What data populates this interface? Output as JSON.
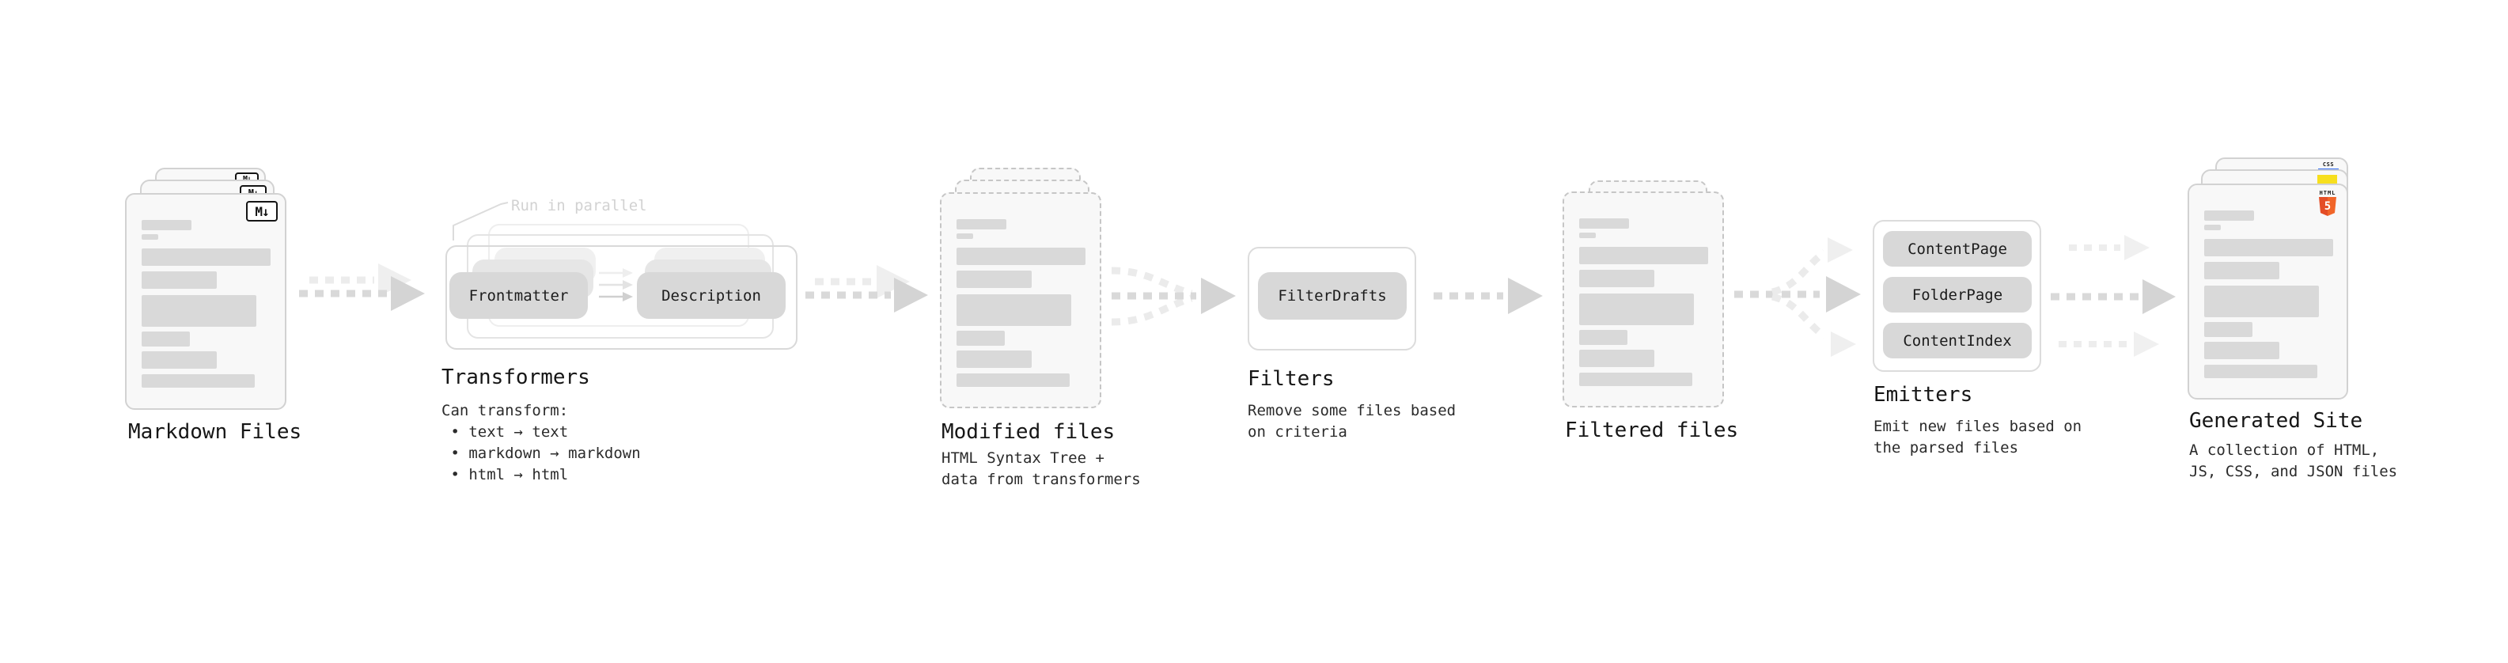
{
  "nodes": {
    "markdown_files": {
      "title": "Markdown Files",
      "file_badge": "M↓"
    },
    "transformers": {
      "title": "Transformers",
      "annotation": "Run in parallel",
      "pills": [
        "Frontmatter",
        "Description"
      ],
      "description_lines": [
        "Can transform:",
        " • text → text",
        " • markdown → markdown",
        " • html → html"
      ]
    },
    "modified_files": {
      "title": "Modified files",
      "description_lines": [
        "HTML Syntax Tree +",
        "data from transformers"
      ]
    },
    "filters": {
      "title": "Filters",
      "pills": [
        "FilterDrafts"
      ],
      "description_lines": [
        "Remove some files based",
        "on criteria"
      ]
    },
    "filtered_files": {
      "title": "Filtered files"
    },
    "emitters": {
      "title": "Emitters",
      "pills": [
        "ContentPage",
        "FolderPage",
        "ContentIndex"
      ],
      "description_lines": [
        "Emit new files based on",
        "the parsed files"
      ]
    },
    "generated_site": {
      "title": "Generated Site",
      "description_lines": [
        "A collection of HTML,",
        "JS, CSS, and JSON files"
      ],
      "badges": {
        "css_label": "CSS",
        "html_label": "HTML",
        "html_number": "5"
      }
    }
  },
  "colors": {
    "ink": "#161616",
    "body_text": "#2b2b2b",
    "card_fill": "#f8f8f8",
    "card_border": "#d2d2d2",
    "dashed_border": "#c6c6c6",
    "placeholder_bar": "#d9d9d9",
    "pill_fill": "#d8d8d8",
    "arrow_main": "#d4d4d4",
    "arrow_light": "#efefef",
    "annotation_text": "#d2d2d2",
    "html5_orange": "#f16529",
    "js_yellow": "#f7df1e",
    "css_blue": "#2f6bf2"
  }
}
